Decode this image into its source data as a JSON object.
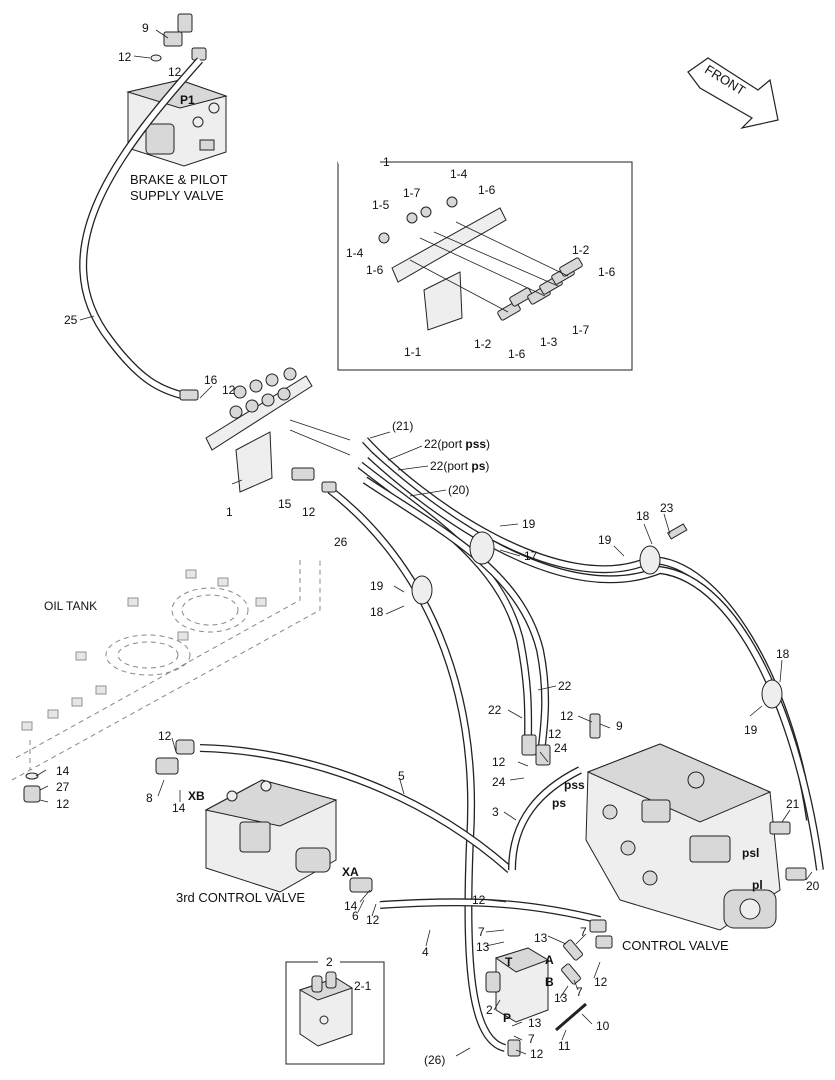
{
  "captions": {
    "brake_valve_line1": "BRAKE & PILOT",
    "brake_valve_line2": "SUPPLY VALVE",
    "oil_tank": "OIL TANK",
    "third_control_valve": "3rd CONTROL VALVE",
    "control_valve": "CONTROL VALVE",
    "front": "FRONT"
  },
  "port_labels": {
    "p1": "P1",
    "xb": "XB",
    "xa": "XA",
    "pss": "pss",
    "ps": "ps",
    "psl": "psl",
    "pl": "pl",
    "t": "T",
    "a": "A",
    "b": "B",
    "p": "P"
  },
  "callouts": {
    "n9_top": "9",
    "n12_top_a": "12",
    "n12_top_b": "12",
    "n25": "25",
    "n16": "16",
    "n12_manifold": "12",
    "n1_manifold": "1",
    "n15": "15",
    "n12_15": "12",
    "n26": "26",
    "n21_paren": "(21)",
    "n22_pss_num": "22(port ",
    "n22_pss_port": "pss",
    "n22_pss_close": ")",
    "n22_ps_num": "22(port ",
    "n22_ps_port": "ps",
    "n22_ps_close": ")",
    "n20_paren": "(20)",
    "n19_a": "19",
    "n17": "17",
    "n23": "23",
    "n18_a": "18",
    "n19_b": "19",
    "n19_c": "19",
    "n18_b": "18",
    "n18_c": "18",
    "n19_d": "19",
    "n22_a": "22",
    "n22_b": "22",
    "n12_mid_a": "12",
    "n12_mid_b": "12",
    "n9_mid": "9",
    "n12_mid_c": "12",
    "n24_a": "24",
    "n24_b": "24",
    "n3": "3",
    "n21": "21",
    "n20": "20",
    "n12_left": "12",
    "n8": "8",
    "n14_a": "14",
    "n14_b": "14",
    "n27": "27",
    "n12_tank": "12",
    "n5": "5",
    "n14_c": "14",
    "n6": "6",
    "n12_xa": "12",
    "n4": "4",
    "n12_t": "12",
    "n7_a": "7",
    "n13_a": "13",
    "n13_b": "13",
    "n7_b": "7",
    "n12_ab": "12",
    "n7_c": "7",
    "n13_c": "13",
    "n2": "2",
    "n13_d": "13",
    "n7_d": "7",
    "n12_bot": "12",
    "n10": "10",
    "n11": "11",
    "n26_paren": "(26)"
  },
  "inset_1": {
    "title": "1",
    "labels": [
      "1-4",
      "1-6",
      "1-7",
      "1-5",
      "1-4",
      "1-6",
      "1-2",
      "1-6",
      "1-7",
      "1-3",
      "1-6",
      "1-2",
      "1-1"
    ]
  },
  "inset_2": {
    "title": "2",
    "labels": [
      "2-1"
    ]
  }
}
